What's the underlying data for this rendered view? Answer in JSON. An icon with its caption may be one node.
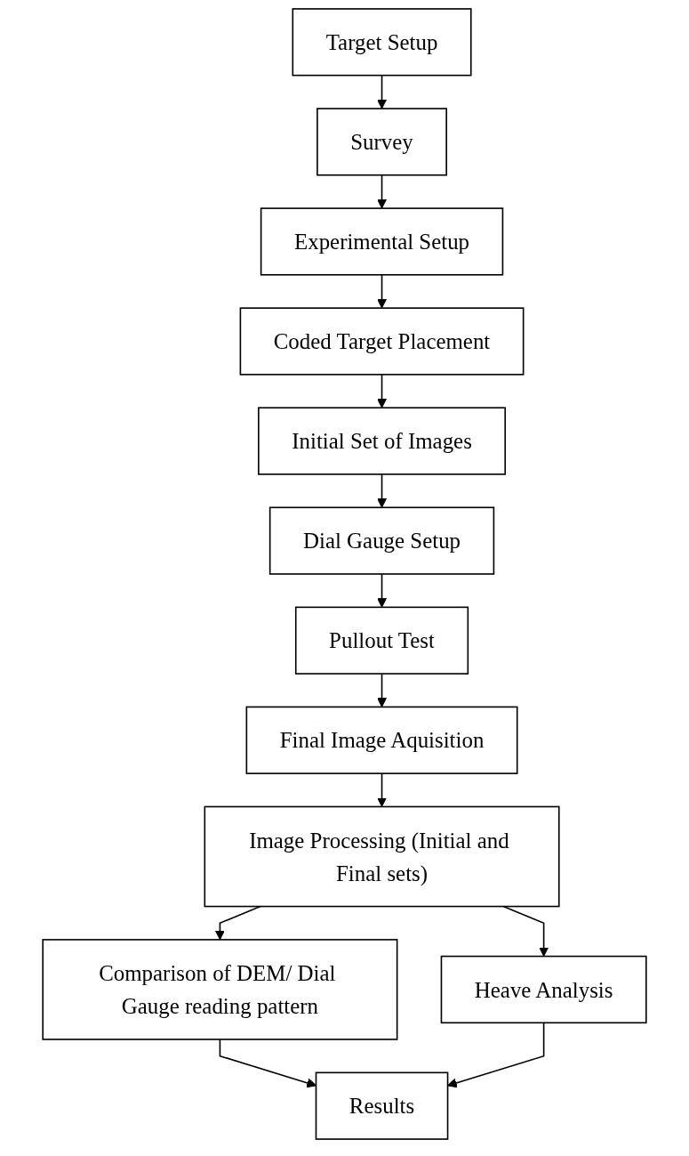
{
  "diagram": {
    "nodes": [
      {
        "text": [
          "Target Setup"
        ]
      },
      {
        "text": [
          "Survey"
        ]
      },
      {
        "text": [
          "Experimental Setup"
        ]
      },
      {
        "text": [
          "Coded Target Placement"
        ]
      },
      {
        "text": [
          "Initial Set of Images"
        ]
      },
      {
        "text": [
          "Dial Gauge Setup"
        ]
      },
      {
        "text": [
          "Pullout Test"
        ]
      },
      {
        "text": [
          "Final Image Aquisition"
        ]
      },
      {
        "text": [
          "Image Processing (Initial and Final sets)"
        ]
      },
      {
        "text": [
          "Comparison of DEM/ Dial Gauge reading pattern"
        ]
      },
      {
        "text": [
          "Heave Analysis"
        ]
      },
      {
        "text": [
          "Results"
        ]
      }
    ],
    "edges": [
      {
        "from": 0,
        "to": 1,
        "arrow": "to"
      },
      {
        "from": 1,
        "to": 2,
        "arrow": "to"
      },
      {
        "from": 2,
        "to": 3,
        "arrow": "to"
      },
      {
        "from": 3,
        "to": 4,
        "arrow": "to"
      },
      {
        "from": 4,
        "to": 5,
        "arrow": "to"
      },
      {
        "from": 5,
        "to": 6,
        "arrow": "to"
      },
      {
        "from": 6,
        "to": 7,
        "arrow": "to"
      },
      {
        "from": 7,
        "to": 8,
        "arrow": "to"
      },
      {
        "from": 8,
        "to": 9,
        "arrow": "to"
      },
      {
        "from": 8,
        "to": 10,
        "arrow": "to"
      },
      {
        "from": 9,
        "to": 11,
        "arrow": "to"
      },
      {
        "from": 10,
        "to": 11,
        "arrow": "to"
      }
    ]
  }
}
